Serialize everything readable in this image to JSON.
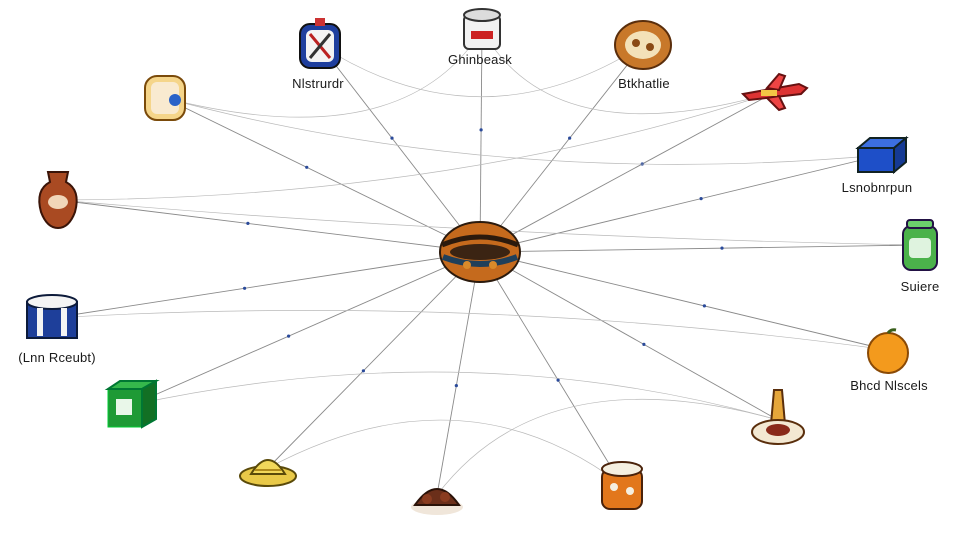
{
  "diagram": {
    "hub": {
      "icon": "central-orb-icon"
    },
    "nodes": [
      {
        "id": "n1",
        "label": "Nlstrurdr",
        "icon": "crossed-tools-badge-icon"
      },
      {
        "id": "n2",
        "label": "Ghinbeask",
        "icon": "paint-jar-icon"
      },
      {
        "id": "n3",
        "label": "Btkhatlie",
        "icon": "round-box-icon"
      },
      {
        "id": "n4",
        "label": "",
        "icon": "airplane-icon"
      },
      {
        "id": "n5",
        "label": "Lsnobnrpun",
        "icon": "blue-box-icon"
      },
      {
        "id": "n6",
        "label": "Suiere",
        "icon": "green-canister-icon"
      },
      {
        "id": "n7",
        "label": "Bhcd Nlscels",
        "icon": "orange-fruit-icon"
      },
      {
        "id": "n8",
        "label": "",
        "icon": "bell-lamp-icon"
      },
      {
        "id": "n9",
        "label": "",
        "icon": "orange-jar-icon"
      },
      {
        "id": "n10",
        "label": "",
        "icon": "pile-icon"
      },
      {
        "id": "n11",
        "label": "",
        "icon": "yellow-hat-icon"
      },
      {
        "id": "n12",
        "label": "",
        "icon": "green-crate-icon"
      },
      {
        "id": "n13",
        "label": "(Lnn Rceubt)",
        "icon": "blue-drum-icon"
      },
      {
        "id": "n14",
        "label": "",
        "icon": "clay-vase-icon"
      },
      {
        "id": "n15",
        "label": "",
        "icon": "scroll-jar-icon"
      }
    ],
    "colors": {
      "edge": "#8a8a8a",
      "edge_dot": "#2a4a9a"
    }
  }
}
